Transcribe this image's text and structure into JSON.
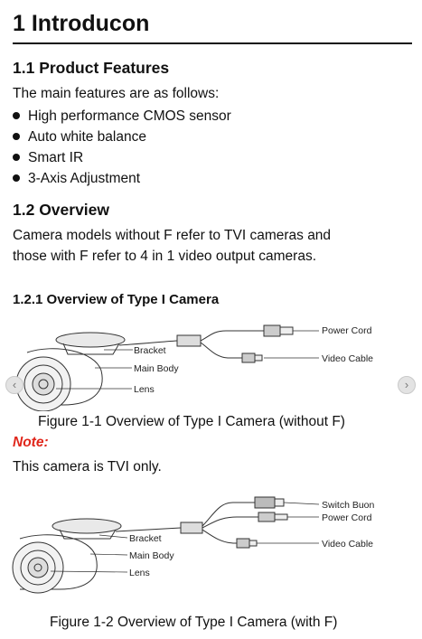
{
  "heading": "1 Introducon",
  "features": {
    "title": "1.1 Product Features",
    "intro": "The main features are as follows:",
    "items": [
      "High performance CMOS sensor",
      "Auto white balance",
      "Smart IR",
      "3-Axis Adjustment"
    ]
  },
  "overview": {
    "title": "1.2 Overview",
    "line1": "Camera models without F refer to TVI cameras and",
    "line2": "those with F refer to 4 in 1 video output cameras."
  },
  "type1": {
    "title": "1.2.1 Overview of Type I Camera",
    "fig1": {
      "labels": {
        "bracket": "Bracket",
        "main_body": "Main Body",
        "lens": "Lens",
        "power_cord": "Power Cord",
        "video_cable": "Video Cable"
      },
      "caption": "Figure 1-1 Overview of Type I Camera (without F)"
    },
    "note_label": "Note:",
    "note_text": "This camera is TVI only.",
    "fig2": {
      "labels": {
        "bracket": "Bracket",
        "main_body": "Main Body",
        "lens": "Lens",
        "switch_button": "Switch Buon",
        "power_cord": "Power Cord",
        "video_cable": "Video Cable"
      },
      "caption": "Figure 1-2 Overview of Type I Camera (with F)"
    }
  },
  "icons": {
    "prev": "chevron-left-icon",
    "next": "chevron-right-icon"
  },
  "colors": {
    "note": "#e0261b",
    "text": "#111111"
  }
}
